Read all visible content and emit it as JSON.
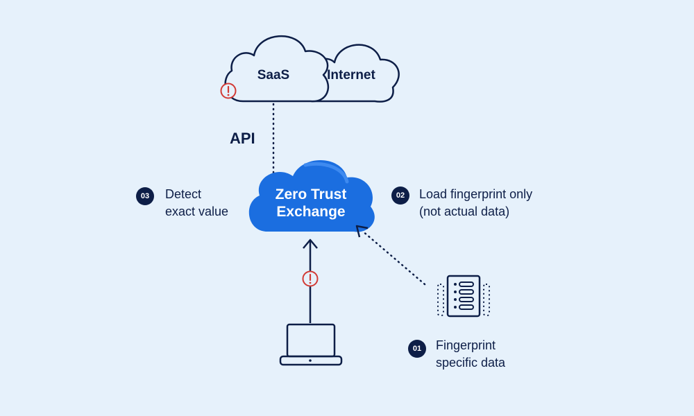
{
  "clouds": {
    "saas": "SaaS",
    "internet": "Internet",
    "zte_line1": "Zero Trust",
    "zte_line2": "Exchange"
  },
  "api_label": "API",
  "steps": [
    {
      "badge": "01",
      "line1": "Fingerprint",
      "line2": "specific data"
    },
    {
      "badge": "02",
      "line1": "Load fingerprint only",
      "line2": "(not actual data)"
    },
    {
      "badge": "03",
      "line1": "Detect",
      "line2": "exact value"
    }
  ],
  "icons": {
    "alert": "alert-icon",
    "laptop": "laptop-icon",
    "document": "document-icon",
    "arrow": "arrow-up-icon"
  },
  "colors": {
    "background": "#e6f1fb",
    "navy": "#0d1e47",
    "zte_blue": "#1b6ee0",
    "alert_red": "#d23a35"
  }
}
